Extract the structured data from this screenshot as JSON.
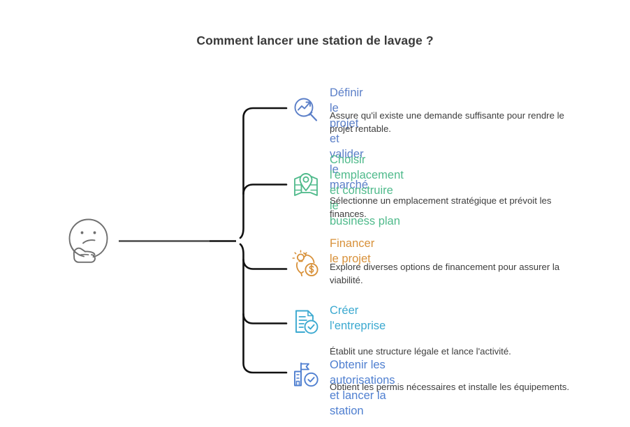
{
  "title": "Comment lancer une station de lavage ?",
  "center_node": {
    "icon": "thinking-face-icon",
    "stroke_color": "#6f6f6f"
  },
  "connector": {
    "color": "#1a1a1a",
    "trunk_color": "#4a4a4a"
  },
  "colors": {
    "title_text": "#3a3a3a",
    "body_text": "#3d3d3d",
    "branch_1": "#5b7fc8",
    "branch_2": "#4fba8b",
    "branch_3": "#d8913a",
    "branch_4": "#3ba9d0",
    "branch_5": "#4f7fd0"
  },
  "branches": [
    {
      "id": 1,
      "icon": "market-research-icon",
      "color": "#5b7fc8",
      "title": "Définir le projet et valider le marché",
      "description": "Assure qu'il existe une demande suffisante pour rendre le\nprojet rentable."
    },
    {
      "id": 2,
      "icon": "map-location-icon",
      "color": "#4fba8b",
      "title": "Choisir l'emplacement et construire le\nbusiness plan",
      "description": "Sélectionne un emplacement stratégique et prévoit les\nfinances."
    },
    {
      "id": 3,
      "icon": "funding-idea-money-icon",
      "color": "#d8913a",
      "title": "Financer le projet",
      "description": "Explore diverses options de financement pour assurer la\nviabilité."
    },
    {
      "id": 4,
      "icon": "document-check-icon",
      "color": "#3ba9d0",
      "title": "Créer l'entreprise",
      "description": "Établit une structure légale et lance l'activité."
    },
    {
      "id": 5,
      "icon": "building-check-icon",
      "color": "#4f7fd0",
      "title": "Obtenir les autorisations et lancer la station",
      "description": "Obtient les permis nécessaires et installe les équipements."
    }
  ]
}
